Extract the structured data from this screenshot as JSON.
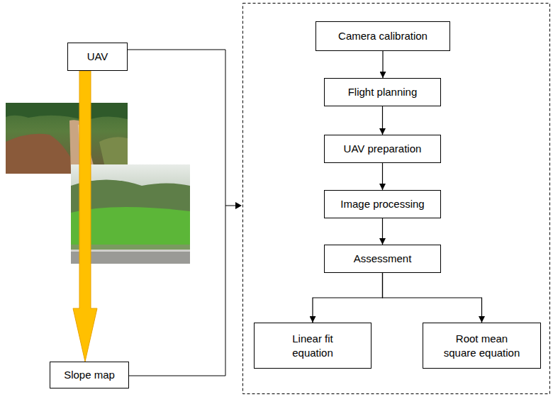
{
  "diagram": {
    "nodes": [
      {
        "text": [
          "UAV"
        ]
      },
      {
        "text": [
          "Slope map"
        ]
      },
      {
        "text": [
          "Camera calibration"
        ]
      },
      {
        "text": [
          "Flight planning"
        ]
      },
      {
        "text": [
          "UAV preparation"
        ]
      },
      {
        "text": [
          "Image processing"
        ]
      },
      {
        "text": [
          "Assessment"
        ]
      },
      {
        "text": [
          "Linear fit equation"
        ]
      },
      {
        "text": [
          "Root mean square equation"
        ]
      }
    ],
    "edges": [
      {
        "from": 0,
        "to": 1,
        "arrow": "to"
      },
      {
        "from": 2,
        "to": 3,
        "arrow": "to"
      },
      {
        "from": 3,
        "to": 4,
        "arrow": "to"
      },
      {
        "from": 4,
        "to": 5,
        "arrow": "to"
      },
      {
        "from": 5,
        "to": 6,
        "arrow": "to"
      },
      {
        "from": 6,
        "to": 7,
        "arrow": "to"
      },
      {
        "from": 6,
        "to": 8,
        "arrow": "to"
      }
    ]
  }
}
